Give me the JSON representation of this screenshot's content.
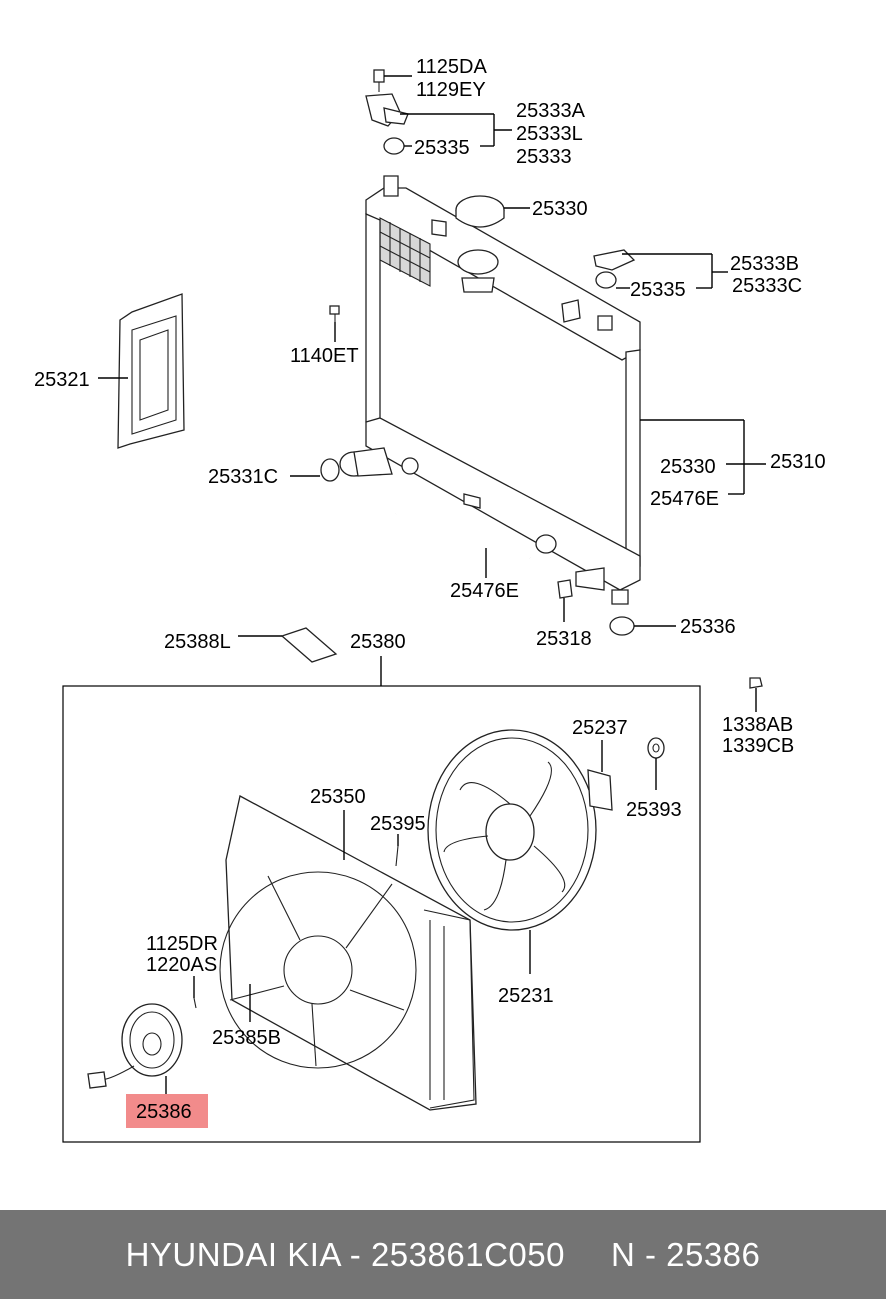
{
  "labels": {
    "l_1125DA": "1125DA",
    "l_1129EY": "1129EY",
    "l_25333A": "25333A",
    "l_25333L": "25333L",
    "l_25333": "25333",
    "l_25335_top": "25335",
    "l_25330_cap": "25330",
    "l_25333B": "25333B",
    "l_25333C": "25333C",
    "l_25335_right": "25335",
    "l_1140ET": "1140ET",
    "l_25321": "25321",
    "l_25330_rad": "25330",
    "l_25310": "25310",
    "l_25476E_rad": "25476E",
    "l_25331C": "25331C",
    "l_25476E_hose": "25476E",
    "l_25318": "25318",
    "l_25336": "25336",
    "l_25388L": "25388L",
    "l_25380": "25380",
    "l_1338AB": "1338AB",
    "l_1339CB": "1339CB",
    "l_25237": "25237",
    "l_25393": "25393",
    "l_25350": "25350",
    "l_25395": "25395",
    "l_1125DR": "1125DR",
    "l_1220AS": "1220AS",
    "l_25231": "25231",
    "l_25385B": "25385B",
    "l_25386": "25386"
  },
  "highlight": {
    "part": "25386",
    "color": "#f28b8b"
  },
  "footer": {
    "brand_part": "HYUNDAI KIA - 253861C050",
    "ref": "N - 25386",
    "background": "#747474",
    "text_color": "#ffffff"
  }
}
